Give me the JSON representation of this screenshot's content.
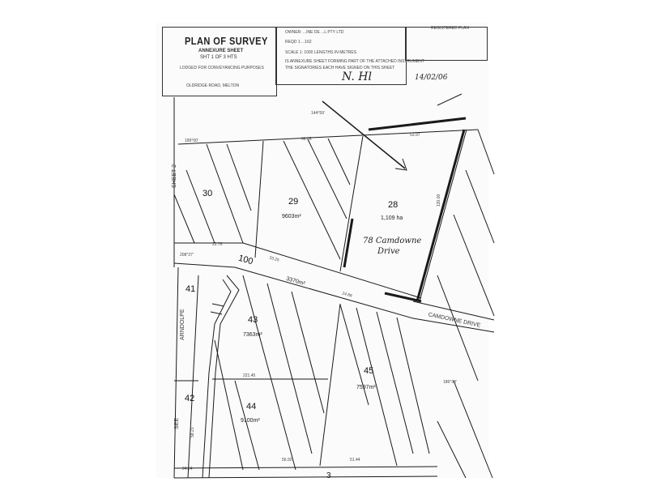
{
  "header": {
    "title": "PLAN OF SURVEY",
    "subtitle": "ANNEXURE SHEET",
    "sheet_no": "SHT 1 OF 3 HTS",
    "purpose": "LODGED FOR CONVEYANCING PURPOSES",
    "address_note": "OLDRIDGE ROAD, MELTON",
    "company": "OWNER: ...INE DE ...L PTY LTD",
    "ref_no": "REQD 1 ...162",
    "scale": "SCALE 1: 1000   LENGTHS IN METRES",
    "cert_line1": "IS ANNEXURE SHEET FORMING PART OF THE ATTACHED INSTRUMENT",
    "cert_line2": "THE SIGNATORIES EACH HAVE SIGNED ON THIS SHEET",
    "signature": "N. Hl",
    "date": "14/02/06",
    "corner_ref": "REGISTERED PLAN"
  },
  "lots": [
    {
      "id": "28",
      "area": "1,109 ha"
    },
    {
      "id": "29",
      "area": "9603m²"
    },
    {
      "id": "30",
      "area": ""
    },
    {
      "id": "41",
      "area": ""
    },
    {
      "id": "42",
      "area": ""
    },
    {
      "id": "43",
      "area": "7363m²"
    },
    {
      "id": "44",
      "area": "9100m²"
    },
    {
      "id": "45",
      "area": "7597m²"
    },
    {
      "id": "100",
      "area": "3370m²"
    }
  ],
  "labels": {
    "road_name": "CAMDOWNE DRIVE",
    "sheet_ref": "SHEET 2",
    "left_ref": "SEE",
    "bottom_num": "3",
    "handwritten_line1": "78 Camdowne",
    "handwritten_line2": "Drive",
    "road_left": "ARNDOLPE"
  },
  "dimensions": {
    "top_left": "189°00'",
    "top_right": "144°59'",
    "lot29_top": "66.05",
    "lot28_top": "53.97",
    "lot28_side": "130.00",
    "road_a": "22.76",
    "road_b": "33.25",
    "road_c": "24.88",
    "bottom_a": "24.94",
    "bottom_b": "51.44",
    "bottom_c": "56.92",
    "left_a": "58.21",
    "left_b": "208°27'",
    "mid_a": "221.45",
    "mid_b": "186°33'"
  },
  "colors": {
    "ink": "#1a1a1a",
    "paper": "#fbfbfb",
    "highlight": "#111111"
  }
}
